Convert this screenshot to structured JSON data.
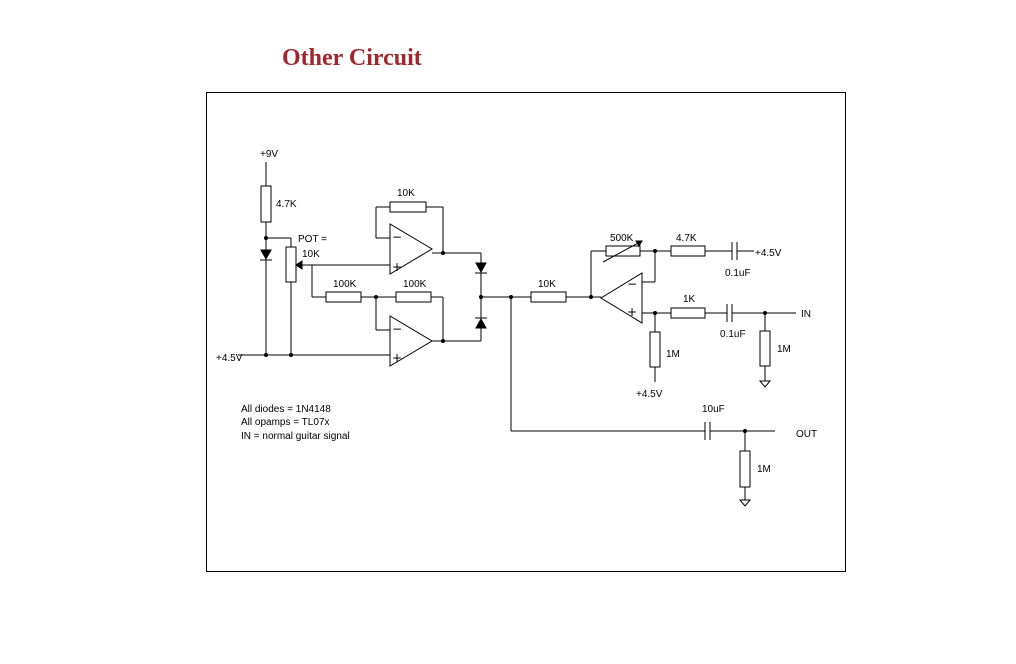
{
  "title": "Other Circuit",
  "labels": {
    "v9": "+9V",
    "r_top": "4.7K",
    "pot_line1": "POT =",
    "pot_line2": "10K",
    "v45_left": "+4.5V",
    "r_feedback_top": "10K",
    "r_100k_a": "100K",
    "r_100k_b": "100K",
    "r_mid": "10K",
    "r_500k": "500K",
    "r_4k7_right": "4.7K",
    "v45_cap": "+4.5V",
    "cap_01_top": "0.1uF",
    "r_1k": "1K",
    "in": "IN",
    "cap_01_bottom": "0.1uF",
    "r_1m_bias": "1M",
    "r_1m_in": "1M",
    "v45_bottom": "+4.5V",
    "cap_10u": "10uF",
    "out": "OUT",
    "r_1m_out": "1M",
    "plus": "+",
    "minus": "−"
  },
  "notes": [
    "All diodes = 1N4148",
    "All opamps = TL07x",
    "IN = normal guitar signal"
  ]
}
